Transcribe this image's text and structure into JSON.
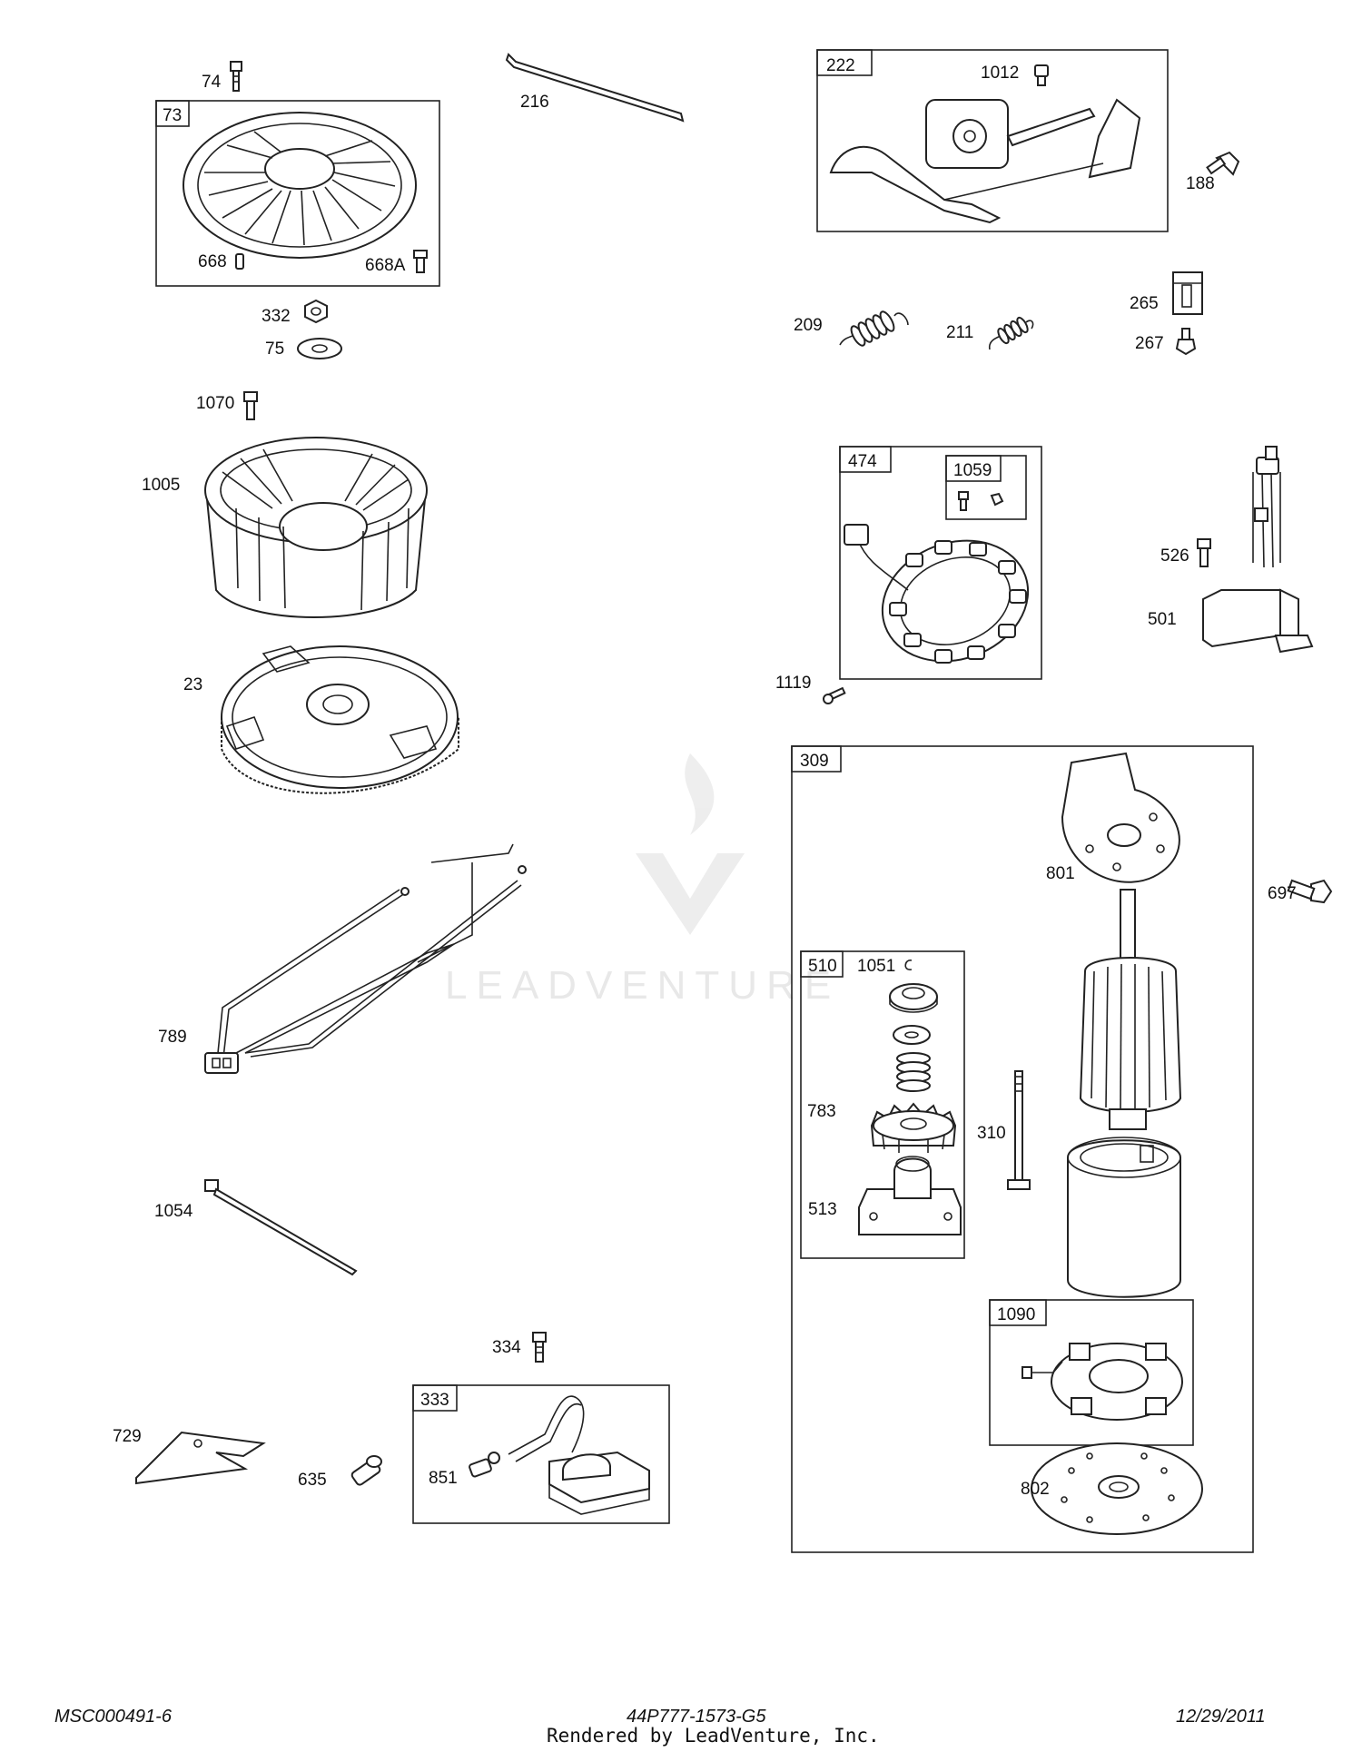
{
  "labels": {
    "l74": "74",
    "l73": "73",
    "l668": "668",
    "l668a": "668A",
    "l332": "332",
    "l75": "75",
    "l216": "216",
    "l222": "222",
    "l1012": "1012",
    "l188": "188",
    "l209": "209",
    "l211": "211",
    "l265": "265",
    "l267": "267",
    "l1070": "1070",
    "l1005": "1005",
    "l23": "23",
    "l474": "474",
    "l1059": "1059",
    "l526": "526",
    "l501": "501",
    "l1119": "1119",
    "l309": "309",
    "l801": "801",
    "l697": "697",
    "l510": "510",
    "l1051": "1051",
    "l783": "783",
    "l513": "513",
    "l310": "310",
    "l1090": "1090",
    "l802": "802",
    "l789": "789",
    "l1054": "1054",
    "l334": "334",
    "l333": "333",
    "l729": "729",
    "l635": "635",
    "l851": "851"
  },
  "footer": {
    "left": "MSC000491-6",
    "center": "44P777-1573-G5",
    "right": "12/29/2011",
    "rendered": "Rendered by LeadVenture, Inc."
  },
  "watermark": "LEADVENTURE"
}
